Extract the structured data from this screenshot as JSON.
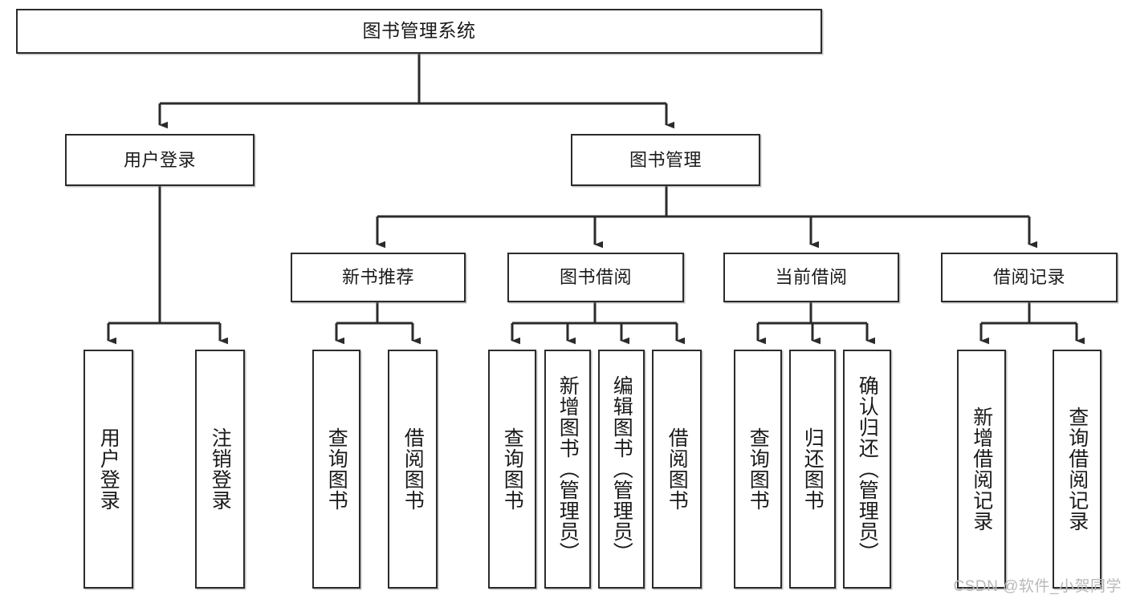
{
  "diagram": {
    "type": "tree-hierarchy-chart",
    "title": "图书管理系统",
    "watermark": "CSDN @软件_小贺同学",
    "colors": {
      "box_border": "#2b2b2b",
      "box_fill": "#ffffff",
      "connector": "#2b2b2b",
      "text": "#1a1a1a",
      "watermark": "#b9b9b9"
    },
    "nodes": {
      "root": {
        "label": "图书管理系统"
      },
      "level2": [
        {
          "label": "用户登录"
        },
        {
          "label": "图书管理"
        }
      ],
      "level3": [
        {
          "label": "新书推荐"
        },
        {
          "label": "图书借阅"
        },
        {
          "label": "当前借阅"
        },
        {
          "label": "借阅记录"
        }
      ],
      "leaves": {
        "user_login": [
          {
            "label": "用户登录"
          },
          {
            "label": "注销登录"
          }
        ],
        "new_book_recommend": [
          {
            "label": "查询图书"
          },
          {
            "label": "借阅图书"
          }
        ],
        "book_borrow": [
          {
            "label": "查询图书"
          },
          {
            "label": "新增图书（管理员）"
          },
          {
            "label": "编辑图书（管理员）"
          },
          {
            "label": "借阅图书"
          }
        ],
        "current_borrow": [
          {
            "label": "查询图书"
          },
          {
            "label": "归还图书"
          },
          {
            "label": "确认归还（管理员）"
          }
        ],
        "borrow_record": [
          {
            "label": "新增借阅记录"
          },
          {
            "label": "查询借阅记录"
          }
        ]
      }
    }
  }
}
